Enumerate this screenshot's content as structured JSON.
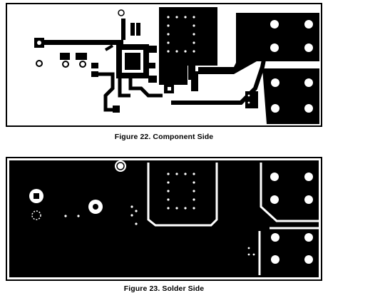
{
  "figures": [
    {
      "id": "fig22",
      "caption": "Figure 22.  Component Side"
    },
    {
      "id": "fig23",
      "caption": "Figure 23.  Solder Side"
    }
  ],
  "colors": {
    "copper": "#000000",
    "board": "#ffffff",
    "outline": "#000000"
  }
}
